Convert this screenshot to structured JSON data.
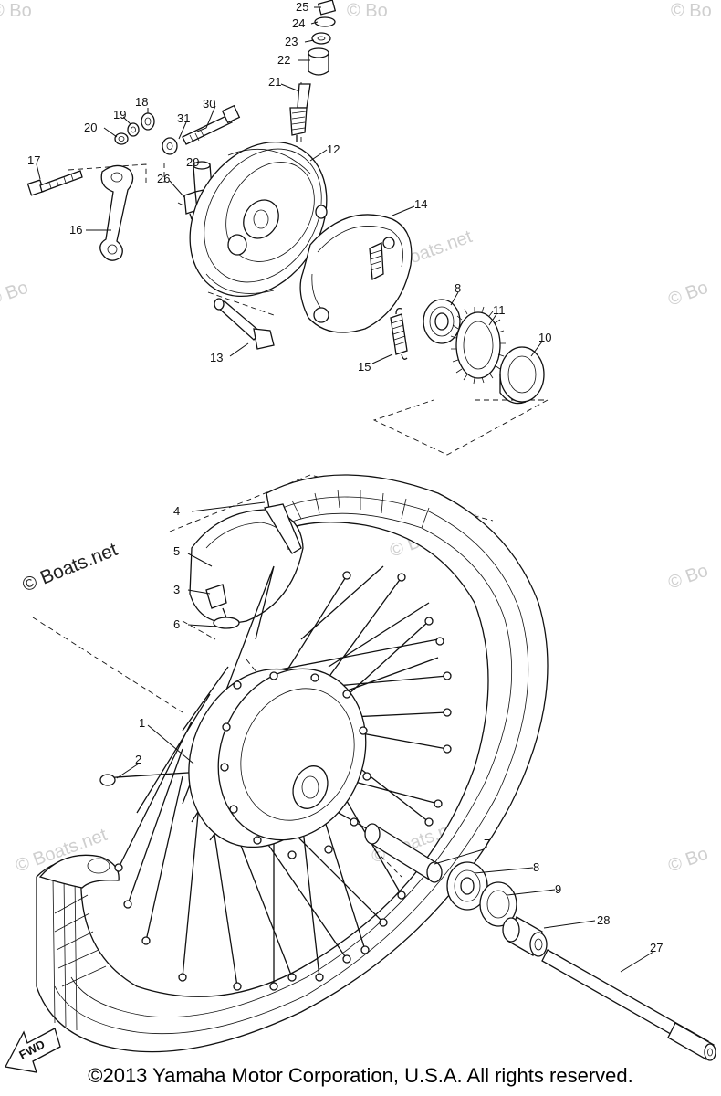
{
  "watermarks": {
    "brand": "© Boats.net",
    "repeated": "© Bo"
  },
  "fwd_label": "FWD",
  "copyright": "©2013 Yamaha Motor Corporation, U.S.A. All rights reserved.",
  "callouts": {
    "c1": "1",
    "c2": "2",
    "c3": "3",
    "c4": "4",
    "c5": "5",
    "c6": "6",
    "c7": "7",
    "c8a": "8",
    "c8b": "8",
    "c9": "9",
    "c10": "10",
    "c11": "11",
    "c12": "12",
    "c13": "13",
    "c14": "14",
    "c15": "15",
    "c16": "16",
    "c17": "17",
    "c18": "18",
    "c19": "19",
    "c20": "20",
    "c21": "21",
    "c22": "22",
    "c23": "23",
    "c24": "24",
    "c25": "25",
    "c26": "26",
    "c27": "27",
    "c28": "28",
    "c29": "29",
    "c30": "30",
    "c31": "31"
  }
}
